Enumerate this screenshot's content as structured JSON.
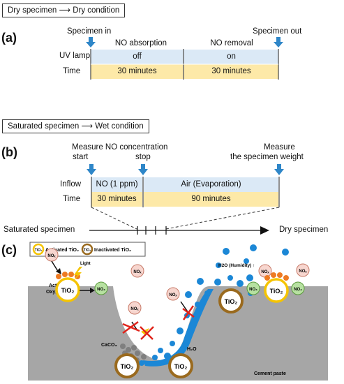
{
  "panel_a": {
    "header": "Dry specimen",
    "header_target": "Dry condition",
    "label": "(a)",
    "specimen_in": "Specimen in",
    "specimen_out": "Specimen out",
    "phase1": "NO absorption",
    "phase2": "NO removal",
    "row1_label": "UV lamp",
    "row1_cells": [
      "off",
      "on"
    ],
    "row2_label": "Time",
    "row2_cells": [
      "30 minutes",
      "30 minutes"
    ]
  },
  "panel_b": {
    "header": "Saturated specimen",
    "header_target": "Wet condition",
    "label": "(b)",
    "measure_no_line1": "Measure NO concentration",
    "start": "start",
    "stop": "stop",
    "measure_line1": "Measure",
    "measure_line2": "the specimen weight",
    "row1_label": "Inflow",
    "row1_cells": [
      "NO (1 ppm)",
      "Air (Evaporation)"
    ],
    "row2_label": "Time",
    "row2_cells": [
      "30 minutes",
      "90 minutes"
    ]
  },
  "timeline": {
    "left": "Saturated specimen",
    "right": "Dry specimen"
  },
  "panel_c": {
    "label": "(c)",
    "legend_active": "Activated TiO₂",
    "legend_inactive": "Inactivated TiO₂",
    "legend_icon": "TiO₂",
    "light": "Light",
    "active_oxygen_line1": "Active",
    "active_oxygen_line2": "Oxygen",
    "tio2": "TiO₂",
    "nox": "NOₓ",
    "no3": "NO₃",
    "h2o_humidity": "H2O (Humidity) ↑",
    "h2o": "H₂O",
    "caco3": "CaCO₃",
    "cement_paste": "Cement paste"
  },
  "colors": {
    "blue_cell": "#dbe9f6",
    "yellow_cell": "#fde9a8",
    "arrow_blue": "#2e86c8",
    "water_blue": "#1b87d6",
    "cement_gray": "#a6a6a6",
    "active_ring": "#f5c400",
    "inactive_ring": "#9a6a1e",
    "nox_fill": "#f7d6cf",
    "no3_fill": "#b7e1a1",
    "oxygen_orange": "#ee7a22"
  }
}
